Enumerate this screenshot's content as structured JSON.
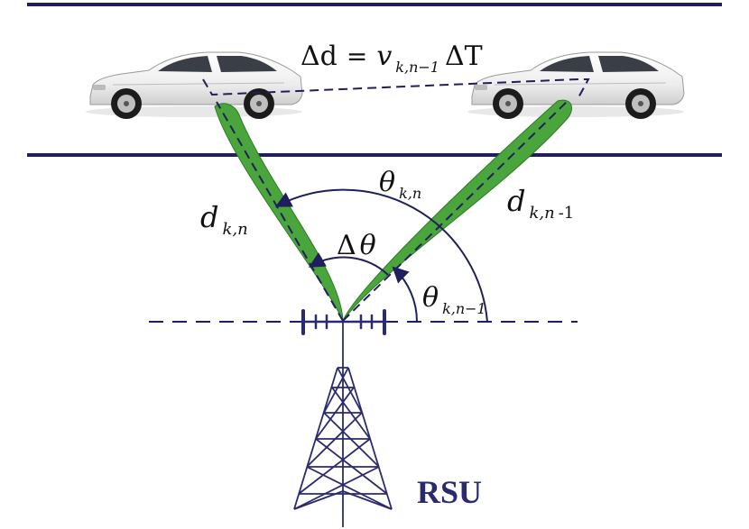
{
  "labels": {
    "delta_d_equation": {
      "lhs": "Δd",
      "eq": "=",
      "v": "v",
      "v_sub": "k,n−1",
      "rhs": "ΔT"
    },
    "distance_current": {
      "main": "d",
      "sub": "k,n"
    },
    "distance_previous": {
      "main": "d",
      "sub": "k,n",
      "tail": "-1"
    },
    "theta_current": {
      "main": "θ",
      "sub": "k,n"
    },
    "theta_previous": {
      "main": "θ",
      "sub": "k,n−1"
    },
    "delta_theta": {
      "delta": "Δ",
      "theta": "θ"
    },
    "rsu": "RSU"
  },
  "colors": {
    "road_line": "#1f1f5e",
    "dashed_line": "#1f1f5e",
    "beam_fill": "#4aa63c",
    "beam_edge": "#2f7a27",
    "tower": "#2a2a6e",
    "rsu_text": "#2a2a6e",
    "car_body": "#f4f4f4",
    "car_window": "#3a3f47",
    "car_tire": "#1c1c1c"
  }
}
